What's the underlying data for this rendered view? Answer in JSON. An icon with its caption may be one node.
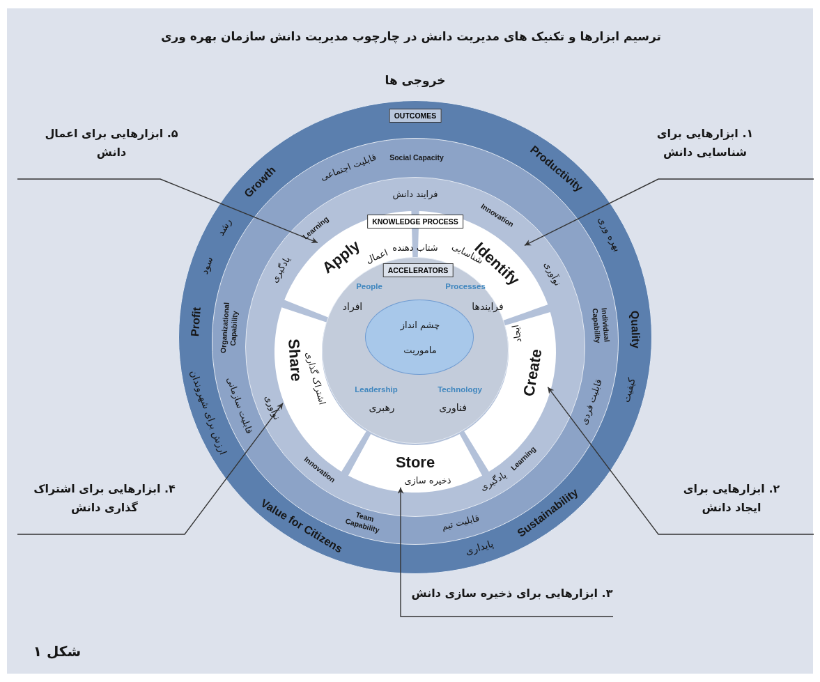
{
  "diagram": {
    "title": "ترسیم ابزارها و تکنیک های مدیریت دانش در چارچوب مدیریت دانش سازمان بهره وری",
    "nodes": [
      {
        "text": [
          "OUTCOMES"
        ]
      },
      {
        "text": [
          "KNOWLEDGE PROCESS"
        ]
      },
      {
        "text": [
          "Apply",
          "اعمال"
        ]
      },
      {
        "text": [
          "Identify",
          "شناسایی"
        ]
      },
      {
        "text": [
          "Create",
          "ایجاد"
        ]
      },
      {
        "text": [
          "Store",
          "ذخیره سازی"
        ]
      },
      {
        "text": [
          "Share",
          "اشتراک گذاری"
        ]
      },
      {
        "text": [
          "ACCELERATORS"
        ]
      },
      {
        "text": [
          "چشم انداز",
          "ماموریت"
        ]
      },
      {
        "text": [
          "۱. ابزارهایی برای شناسایی دانش"
        ]
      },
      {
        "text": [
          "۲. ابزارهایی برای ایجاد دانش"
        ]
      },
      {
        "text": [
          "۳. ابزارهایی برای ذخیره سازی دانش"
        ]
      },
      {
        "text": [
          "۴. ابزارهایی برای اشتراک گذاری دانش"
        ]
      },
      {
        "text": [
          "۵. ابزارهایی برای اعمال دانش"
        ]
      }
    ],
    "edges": [
      {
        "from": 9,
        "to": 3,
        "arrow": "to"
      },
      {
        "from": 10,
        "to": 4,
        "arrow": "to"
      },
      {
        "from": 11,
        "to": 5,
        "arrow": "to"
      },
      {
        "from": 12,
        "to": 6,
        "arrow": "to"
      },
      {
        "from": 13,
        "to": 2,
        "arrow": "to"
      }
    ],
    "labels": [
      "خروجی ها",
      "Growth",
      "رشد",
      "Productivity",
      "بهره وری",
      "Quality",
      "کیفیت",
      "Sustainability",
      "پایداری",
      "Value for Citizens",
      "ارزش برای شهروندان",
      "Profit",
      "سود",
      "Social Capacity",
      "قابلیت اجتماعی",
      "Individual Capability",
      "قابلیت فردی",
      "Team Capability",
      "قابلیت تیم",
      "Organizational Capability",
      "قابلیت سازمانی",
      "فرایند دانش",
      "Learning",
      "یادگیری",
      "Innovation",
      "نوآوری",
      "Learning",
      "یادگیری",
      "Innovation",
      "نوآوری",
      "شتاب دهنده",
      "People",
      "افراد",
      "Processes",
      "فرایندها",
      "Leadership",
      "رهبری",
      "Technology",
      "فناوری",
      "شکل ۱"
    ]
  }
}
